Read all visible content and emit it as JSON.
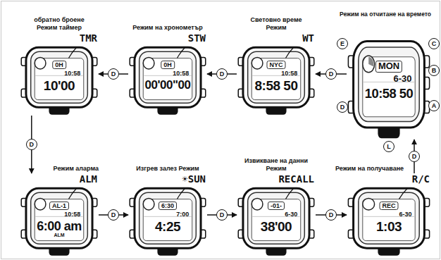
{
  "diagram": {
    "nodes": [
      {
        "text": [
          "обратно броене Режим таймер",
          "TMR",
          "0H",
          "10:58",
          "10'00"
        ]
      },
      {
        "text": [
          "Режим на хронометър",
          "STW",
          "0H",
          "10:58",
          "00'00\"00"
        ]
      },
      {
        "text": [
          "Световно време Режим",
          "WT",
          "NYC",
          "10:58",
          "8:58 50"
        ]
      },
      {
        "text": [
          "Режим на отчитане на времето",
          "MON",
          "6-30",
          "10:58 50"
        ]
      },
      {
        "text": [
          "Режим аларма",
          "ALM",
          "AL-1",
          "10:58",
          "6:00 am",
          "ALM"
        ]
      },
      {
        "text": [
          "Изгрев залез Режим",
          "☀SUN",
          "6:30",
          "7:00",
          "4:25"
        ]
      },
      {
        "text": [
          "Извикване на данни Режим",
          "RECALL",
          "-01-",
          "6-30",
          "38'00"
        ]
      },
      {
        "text": [
          "Режим на получаване",
          "R/C",
          "REC",
          "6-30",
          "1:03"
        ]
      }
    ],
    "edges": [
      {
        "from": 3,
        "to": 2,
        "arrow": "to",
        "label": "D"
      },
      {
        "from": 2,
        "to": 1,
        "arrow": "to",
        "label": "D"
      },
      {
        "from": 1,
        "to": 0,
        "arrow": "to",
        "label": "D"
      },
      {
        "from": 0,
        "to": 4,
        "arrow": "to",
        "label": "D"
      },
      {
        "from": 4,
        "to": 5,
        "arrow": "to",
        "label": "D"
      },
      {
        "from": 5,
        "to": 6,
        "arrow": "to",
        "label": "D"
      },
      {
        "from": 6,
        "to": 7,
        "arrow": "to",
        "label": "D"
      },
      {
        "from": 7,
        "to": 3,
        "arrow": "to",
        "label": "D"
      }
    ],
    "labels": [
      "E",
      "C",
      "B",
      "A",
      "D",
      "L"
    ]
  }
}
